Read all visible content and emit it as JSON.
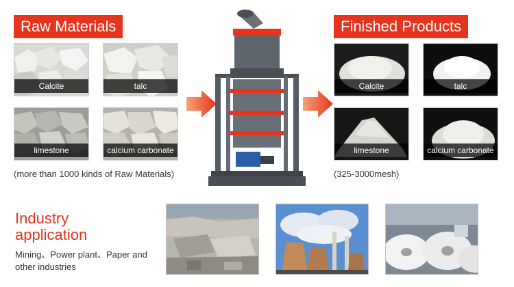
{
  "raw_materials": {
    "title": "Raw Materials",
    "items": [
      {
        "label": "Calcite"
      },
      {
        "label": "talc"
      },
      {
        "label": "limestone"
      },
      {
        "label": "calcium carbonate"
      }
    ],
    "note": "(more than 1000 kinds of Raw Materials)"
  },
  "finished_products": {
    "title": "Finished Products",
    "items": [
      {
        "label": "Calcite"
      },
      {
        "label": "talc"
      },
      {
        "label": "limestone"
      },
      {
        "label": "calcium carbonate"
      }
    ],
    "note": "(325-3000mesh)"
  },
  "industry": {
    "title_line1": "Industry",
    "title_line2": "application",
    "text": "Mining、Power plant、Paper and other industries"
  },
  "colors": {
    "accent": "#e8341c",
    "arrow": "#e8341c"
  }
}
